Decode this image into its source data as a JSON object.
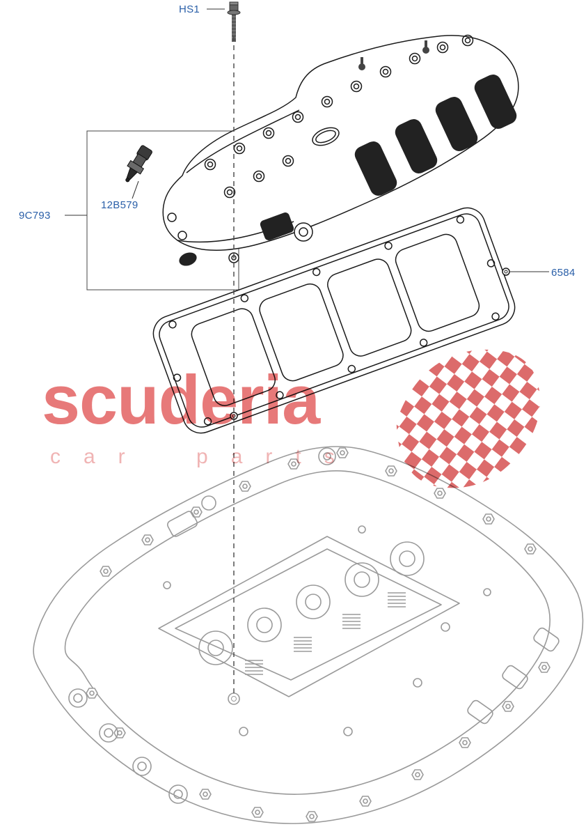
{
  "parts": {
    "bolt_label": "HS1",
    "cover_label": "9C793",
    "sensor_label": "12B579",
    "gasket_label": "6584"
  },
  "watermark": {
    "title": "scuderia",
    "subtitle": "car parts"
  },
  "colors": {
    "part_label": "#2a5fa8",
    "drawing_dark": "#1a1a1a",
    "drawing_light": "#9a9a9a",
    "watermark_text": "#e25c5c",
    "watermark_subtext": "#f0b4b4",
    "watermark_flag": "#d95b5b"
  }
}
